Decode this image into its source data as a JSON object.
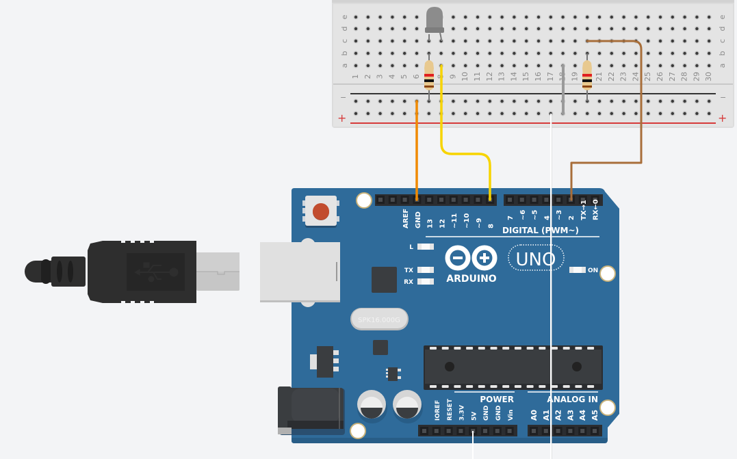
{
  "app": "Circuit simulator workspace",
  "breadboard": {
    "row_labels_top": [
      "e",
      "d",
      "c",
      "b",
      "a"
    ],
    "column_count": 30,
    "rail_minus_label": "−",
    "rail_plus_label": "+",
    "rail_colors": {
      "minus": "#333333",
      "plus": "#d63a3a"
    }
  },
  "components": {
    "led": {
      "color": "#8c8c8c",
      "state": "off",
      "anode_col": 8,
      "cathode_col": 7
    },
    "resistors": [
      {
        "name": "resistor-1",
        "col": 7,
        "bands": [
          "#e02020",
          "#111111",
          "#8b4513"
        ]
      },
      {
        "name": "resistor-2",
        "col": 20,
        "bands": [
          "#e02020",
          "#111111",
          "#8b4513"
        ]
      }
    ]
  },
  "wires": [
    {
      "name": "orange-wire",
      "color": "#f08a00",
      "from": "breadboard minus rail col 6",
      "to": "Arduino GND"
    },
    {
      "name": "yellow-wire",
      "color": "#f7d400",
      "from": "breadboard col 8 row a",
      "to": "Arduino pin 8"
    },
    {
      "name": "grey-wire",
      "color": "#9a9a9a",
      "from": "breadboard col 18 row a",
      "to": "breadboard plus rail col 18"
    },
    {
      "name": "brown-wire",
      "color": "#a86e3a",
      "from": "breadboard col 20 row c",
      "to": "Arduino pin 2"
    },
    {
      "name": "white-wire-plus",
      "color": "#ffffff",
      "from": "breadboard plus rail col 17",
      "to": "off-screen"
    },
    {
      "name": "white-wire-5v",
      "color": "#ffffff",
      "from": "Arduino 5V",
      "to": "off-screen"
    }
  ],
  "arduino": {
    "brand": "ARDUINO",
    "model": "UNO",
    "digital_label": "DIGITAL (PWM~)",
    "digital_pins_left": [
      "AREF",
      "GND",
      "13",
      "12",
      "~11",
      "~10",
      "~9",
      "8"
    ],
    "digital_pins_right": [
      "7",
      "~6",
      "~5",
      "4",
      "~3",
      "2",
      "TX→1",
      "RX←0"
    ],
    "leds": {
      "l": "L",
      "tx": "TX",
      "rx": "RX",
      "on": "ON"
    },
    "crystal_text": "SPK16.000G",
    "power_label": "POWER",
    "power_pins": [
      "IOREF",
      "RESET",
      "3.3V",
      "5V",
      "GND",
      "GND",
      "Vin"
    ],
    "analog_label": "ANALOG IN",
    "analog_pins": [
      "A0",
      "A1",
      "A2",
      "A3",
      "A4",
      "A5"
    ],
    "board_color": "#2f6b9a"
  },
  "usb_cable": {
    "icon": "usb-icon"
  }
}
